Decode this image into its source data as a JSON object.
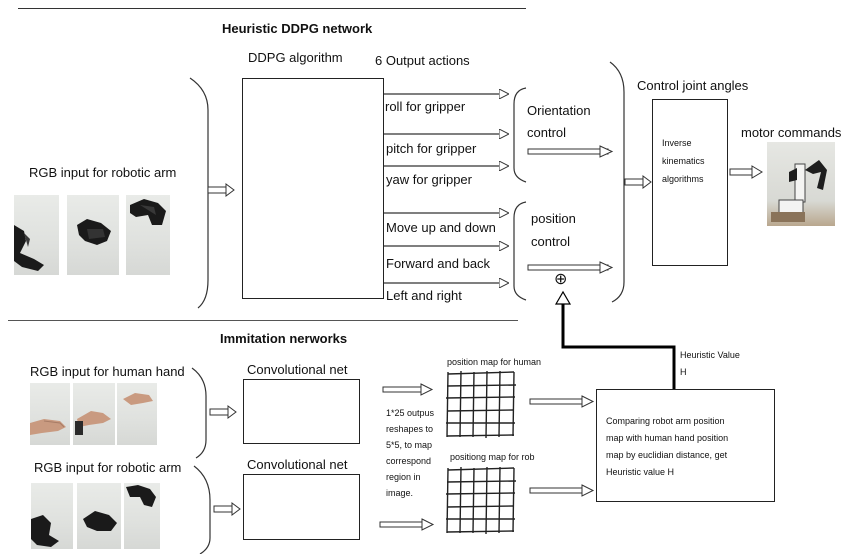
{
  "titles": {
    "heuristic": "Heuristic DDPG network",
    "imitation": "Immitation nerworks"
  },
  "ddpg": {
    "label": "DDPG algorithm",
    "outputs_label": "6 Output actions",
    "actions": [
      "roll for gripper",
      "pitch for gripper",
      "yaw for gripper",
      "Move up and down",
      "Forward and back",
      "Left and right"
    ]
  },
  "orientation_control": [
    "Orientation",
    "control"
  ],
  "position_control": [
    "position",
    "control"
  ],
  "control_joint": "Control  joint angles",
  "inverse_kinematics": [
    "Inverse",
    "kinematics",
    "algorithms"
  ],
  "motor_commands": "motor commands",
  "inputs": {
    "robot_top": "RGB input for robotic arm",
    "human": "RGB input for human hand",
    "robot_bottom": "RGB input for robotic arm"
  },
  "conv_net_label": "Convolutional net",
  "reshape_note": [
    "1*25 outpus",
    "reshapes to",
    "5*5, to map",
    "correspond",
    "region in",
    "image."
  ],
  "position_maps": {
    "human": "position map for human",
    "robot": "positiong map for rob"
  },
  "comparison": [
    "Comparing robot arm position",
    "map  with human hand position",
    "map by euclidian distance, get",
    "Heuristic value H"
  ],
  "heuristic_value": [
    "Heuristic Value",
    "H"
  ],
  "sum_symbol": "⊕",
  "colors": {
    "line": "#333333",
    "feedback": "#000000",
    "robot_black": "#1a1a1a",
    "skin": "#c99a80"
  }
}
